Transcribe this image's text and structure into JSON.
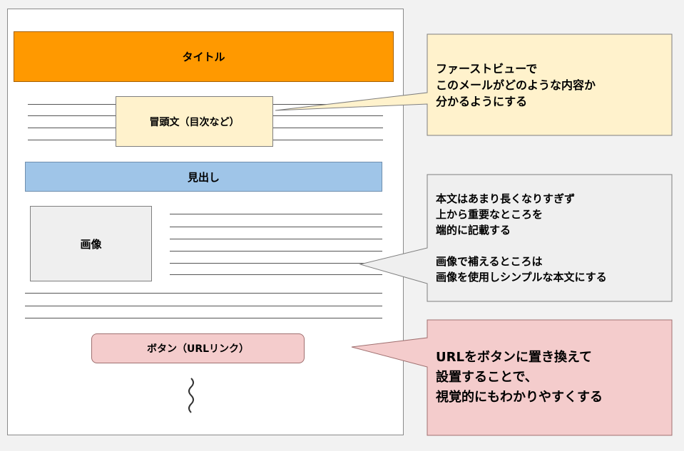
{
  "mockup": {
    "title": "タイトル",
    "intro": "冒頭文（目次など）",
    "heading": "見出し",
    "image": "画像",
    "button": "ボタン（URLリンク）"
  },
  "callouts": [
    {
      "text": "ファーストビューで\nこのメールがどのような内容か\n分かるようにする",
      "fill": "#fff2cc"
    },
    {
      "text": "本文はあまり長くなりすぎず\n上から重要なところを\n端的に記載する\n\n画像で補えるところは\n画像を使用しシンプルな本文にする",
      "fill": "#efefef"
    },
    {
      "text": "URLをボタンに置き換えて\n設置することで、\n視覚的にもわかりやすくする",
      "fill": "#f4cccc"
    }
  ],
  "colors": {
    "title_fill": "#ff9900",
    "intro_fill": "#fff2cc",
    "heading_fill": "#9fc5e8",
    "image_fill": "#efefef",
    "button_fill": "#f4cccc"
  }
}
